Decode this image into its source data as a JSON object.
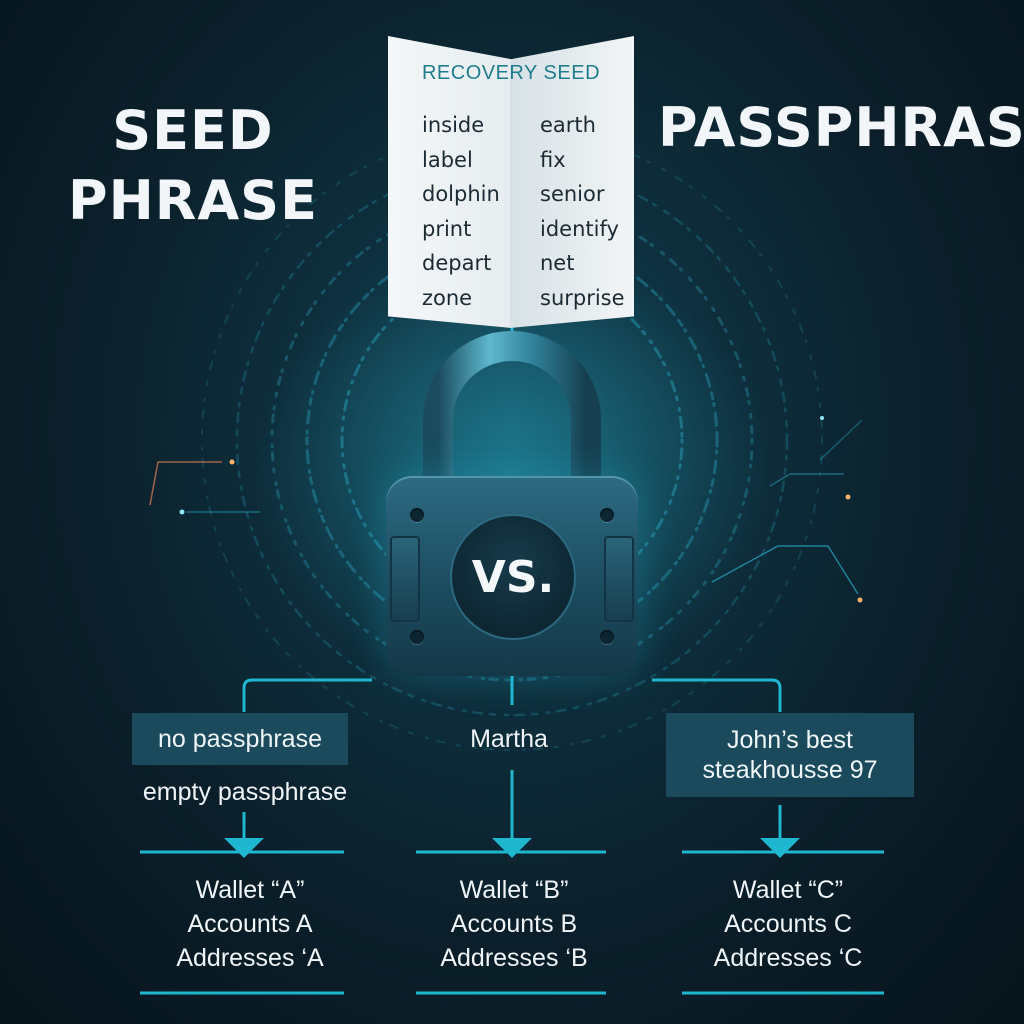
{
  "titles": {
    "left_line1": "SEED",
    "left_line2": "PHRASE",
    "right": "PASSPHRASE"
  },
  "recovery_seed": {
    "heading": "RECOVERY SEED",
    "left_words": [
      "inside",
      "label",
      "dolphin",
      "print",
      "depart",
      "zone"
    ],
    "right_words": [
      "earth",
      "fix",
      "senior",
      "identify",
      "net",
      "surprise"
    ]
  },
  "lock": {
    "vs_label": "VS."
  },
  "branches": [
    {
      "passphrase_label": "no passphrase",
      "secondary_label": "empty passphrase",
      "wallet": "Wallet “A”",
      "accounts": "Accounts A",
      "addresses": "Addresses ‘A"
    },
    {
      "passphrase_label": "Martha",
      "wallet": "Wallet “B”",
      "accounts": "Accounts B",
      "addresses": "Addresses ‘B"
    },
    {
      "passphrase_label_line1": "John’s best",
      "passphrase_label_line2": "steakhousse 97",
      "wallet": "Wallet “C”",
      "accounts": "Accounts C",
      "addresses": "Addresses ‘C"
    }
  ],
  "colors": {
    "accent": "#1fb6cf",
    "label_box": "#1a4a5b",
    "text": "#f0f5f7",
    "seed_heading": "#1f7d8c"
  }
}
